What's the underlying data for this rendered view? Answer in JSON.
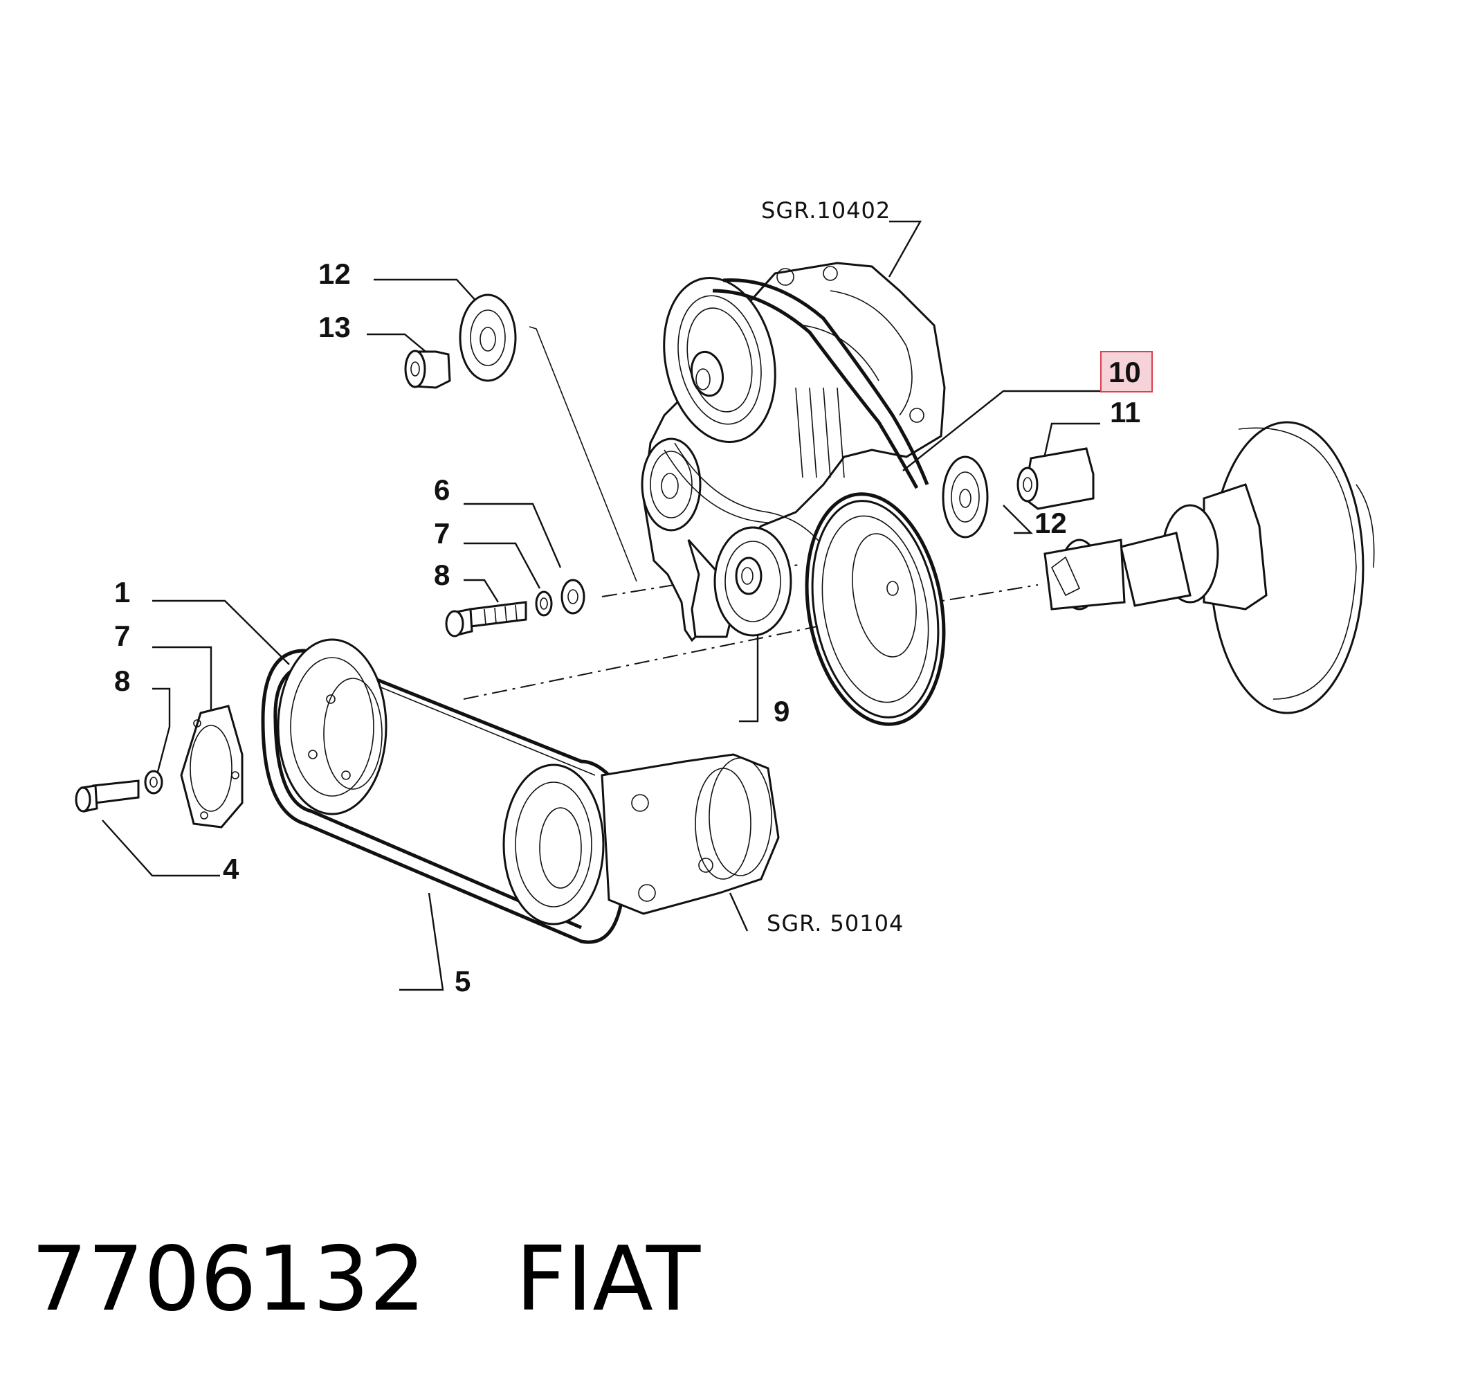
{
  "callouts": [
    {
      "id": "c1",
      "label": "1"
    },
    {
      "id": "c4",
      "label": "4"
    },
    {
      "id": "c5",
      "label": "5"
    },
    {
      "id": "c6",
      "label": "6"
    },
    {
      "id": "c7a",
      "label": "7"
    },
    {
      "id": "c7b",
      "label": "7"
    },
    {
      "id": "c8a",
      "label": "8"
    },
    {
      "id": "c8b",
      "label": "8"
    },
    {
      "id": "c9",
      "label": "9"
    },
    {
      "id": "c10",
      "label": "10"
    },
    {
      "id": "c11",
      "label": "11"
    },
    {
      "id": "c12a",
      "label": "12"
    },
    {
      "id": "c12b",
      "label": "12"
    },
    {
      "id": "c13",
      "label": "13"
    }
  ],
  "references": {
    "sgr_top": "SGR.10402",
    "sgr_bottom": "SGR. 50104"
  },
  "footer": {
    "part_number": "7706132",
    "brand": "FIAT"
  },
  "colors": {
    "highlight_fill": "#f6d3d8",
    "highlight_border": "#d9424e",
    "line": "#111111"
  }
}
